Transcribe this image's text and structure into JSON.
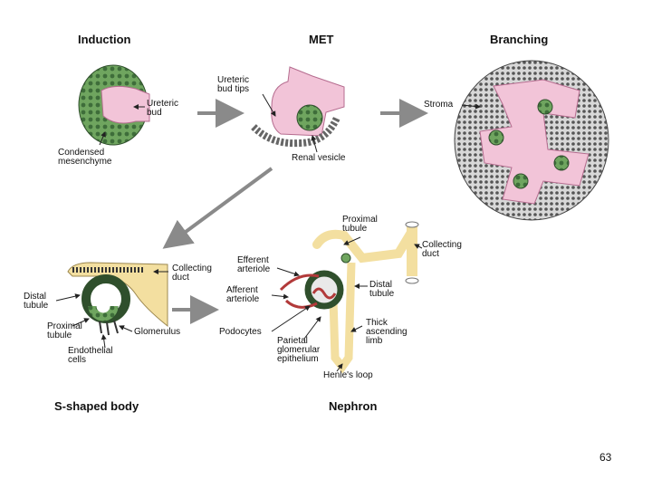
{
  "stages": {
    "induction": "Induction",
    "met": "MET",
    "branching": "Branching",
    "s_shaped_body": "S-shaped body",
    "nephron": "Nephron"
  },
  "labels": {
    "ureteric_bud": [
      "Ureteric",
      "bud"
    ],
    "condensed_mesenchyme": [
      "Condensed",
      "mesenchyme"
    ],
    "ureteric_bud_tips": [
      "Ureteric",
      "bud tips"
    ],
    "renal_vesicle": "Renal vesicle",
    "stroma": "Stroma",
    "collecting_duct_s": [
      "Collecting",
      "duct"
    ],
    "distal_tubule_s": [
      "Distal",
      "tubule"
    ],
    "proximal_tubule_s": [
      "Proximal",
      "tubule"
    ],
    "glomerulus": "Glomerulus",
    "endothelial_cells": [
      "Endothelial",
      "cells"
    ],
    "proximal_tubule_n": [
      "Proximal",
      "tubule"
    ],
    "collecting_duct_n": [
      "Collecting",
      "duct"
    ],
    "efferent_arteriole": [
      "Efferent",
      "arteriole"
    ],
    "afferent_arteriole": [
      "Afferent",
      "arteriole"
    ],
    "distal_tubule_n": [
      "Distal",
      "tubule"
    ],
    "podocytes": "Podocytes",
    "thick_ascending_limb": [
      "Thick",
      "ascending",
      "limb"
    ],
    "parietal_epithelium": [
      "Parietal",
      "glomerular",
      "epithelium"
    ],
    "henles_loop": "Henle's loop"
  },
  "page_number": "63",
  "colors": {
    "pink": "#f2c4d8",
    "mesenchyme_green": "#5f9a56",
    "tubule_yellow": "#f3dfa0",
    "vessel_red": "#b23a3a",
    "arrow_gray": "#8a8a8a"
  }
}
